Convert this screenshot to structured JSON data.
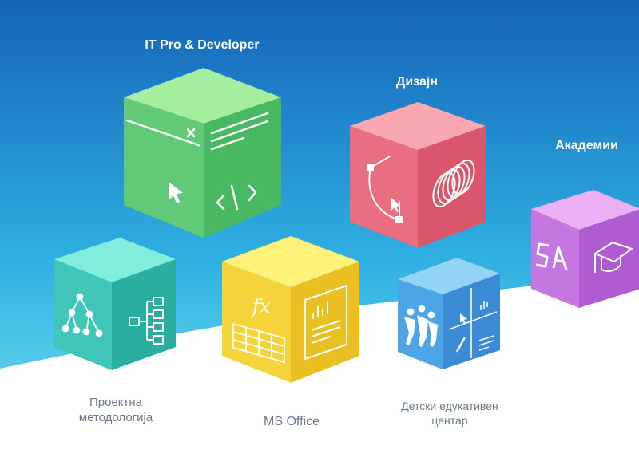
{
  "colors": {
    "sky_top": "#1463b8",
    "sky_bottom": "#6fe0ef",
    "ground": "#ffffff",
    "label_light": "#ffffff",
    "label_dark": "#6a7888"
  },
  "categories": [
    {
      "key": "it",
      "label": "IT Pro & Developer",
      "icons": [
        "code-window-icon",
        "cursor-icon",
        "code-brackets-icon"
      ],
      "colors": {
        "top": "#a5ee9f",
        "left": "#62c978",
        "right": "#49b862"
      }
    },
    {
      "key": "design",
      "label": "Дизајн",
      "icons": [
        "bezier-curve-icon",
        "spiral-rings-icon"
      ],
      "colors": {
        "top": "#f9a7b1",
        "left": "#e96e80",
        "right": "#d9566b"
      }
    },
    {
      "key": "academy",
      "label": "Академии",
      "icons": [
        "sa-logo-icon",
        "graduation-cap-icon"
      ],
      "colors": {
        "top": "#ecb1f4",
        "left": "#c477e1",
        "right": "#ae5ccf"
      }
    },
    {
      "key": "pm",
      "label_lines": [
        "Проектна",
        "методологија"
      ],
      "icons": [
        "tree-diagram-icon",
        "flowchart-icon"
      ],
      "colors": {
        "top": "#80eedb",
        "left": "#3fc6b8",
        "right": "#2aae9f"
      }
    },
    {
      "key": "office",
      "label": "MS Office",
      "icons": [
        "fx-spreadsheet-icon",
        "report-document-icon"
      ],
      "colors": {
        "top": "#fff27a",
        "left": "#f4d43a",
        "right": "#e9bf22"
      }
    },
    {
      "key": "kids",
      "label_lines": [
        "Детски едукативен",
        "центар"
      ],
      "icons": [
        "kids-group-icon",
        "tools-grid-icon"
      ],
      "colors": {
        "top": "#93d4f7",
        "left": "#4ea5e6",
        "right": "#3a8ad6"
      }
    }
  ]
}
